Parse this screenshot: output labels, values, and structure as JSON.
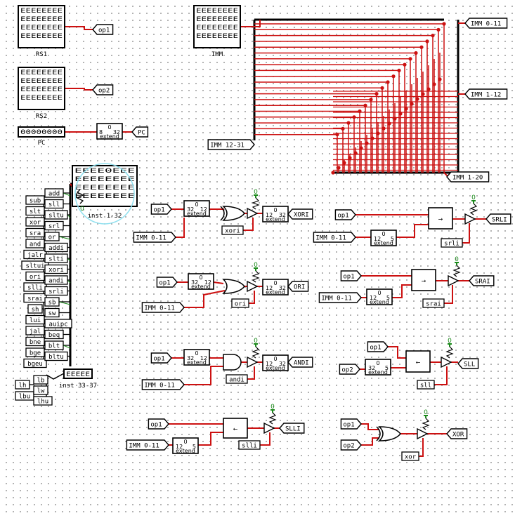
{
  "registers": {
    "rs1": {
      "name": "RS1",
      "rows": [
        "EEEEEEEE",
        "EEEEEEEE",
        "EEEEEEEE",
        "EEEEEEEE"
      ]
    },
    "rs2": {
      "name": "RS2",
      "rows": [
        "EEEEEEEE",
        "EEEEEEEE",
        "EEEEEEEE",
        "EEEEEEEE"
      ]
    },
    "pc": {
      "name": "PC",
      "rows": [
        "00000000"
      ]
    },
    "imm": {
      "name": "IMM",
      "rows": [
        "EEEEEEEE",
        "EEEEEEEE",
        "EEEEEEEE",
        "EEEEEEEE"
      ]
    },
    "inst": {
      "name": "inst 1-32",
      "rows": [
        "EEEE0EEE",
        "EEEEEEEE",
        "EEEEEEEE",
        "EEEEEEEE"
      ]
    },
    "inst33": {
      "name": "inst 33-37",
      "rows": [
        "EEEEE"
      ]
    }
  },
  "tunnels": {
    "op1": "op1",
    "op2": "op2",
    "pc": "PC",
    "imm_0_11": "IMM 0-11",
    "imm_1_12": "IMM 1-12",
    "imm_1_20": "IMM 1-20",
    "imm_12_31": "IMM 12-31"
  },
  "extender": {
    "top": "0",
    "in32": "32",
    "out12": "12",
    "in8": "8",
    "name": "extend",
    "in12": "12",
    "out5": "5"
  },
  "instr_left": [
    "sub",
    "slt",
    "xor",
    "sra",
    "and",
    "jalr",
    "sltui",
    "ori",
    "slli",
    "srai",
    "sh",
    "lui",
    "jal",
    "bne",
    "bge",
    "bgeu"
  ],
  "instr_right": [
    "add",
    "sll",
    "sltu",
    "srl",
    "or",
    "addi",
    "slti",
    "xori",
    "andi",
    "srli",
    "sb",
    "sw",
    "auipc",
    "beq",
    "blt",
    "bltu"
  ],
  "instr_load_left": [
    "lh",
    "lbu"
  ],
  "instr_load_right": [
    "lb",
    "lw",
    "lhu"
  ],
  "ops": {
    "xori": {
      "gate_label": "xori",
      "out": "XORI"
    },
    "ori": {
      "gate_label": "ori",
      "out": "ORI"
    },
    "andi": {
      "gate_label": "andi",
      "out": "ANDI"
    },
    "slli": {
      "gate_label": "slli",
      "out": "SLLI"
    },
    "srli": {
      "gate_label": "srli",
      "out": "SRLI"
    },
    "srai": {
      "gate_label": "srai",
      "out": "SRAI"
    },
    "sll": {
      "gate_label": "sll",
      "out": "SLL"
    },
    "xor": {
      "gate_label": "xor",
      "out": "XOR"
    }
  },
  "const_zero": "0",
  "colors": {
    "wire_red": "#cc1111",
    "wire_black": "#000000",
    "wire_green": "#1a8a1a",
    "select_circle": "#8fe0ef"
  }
}
